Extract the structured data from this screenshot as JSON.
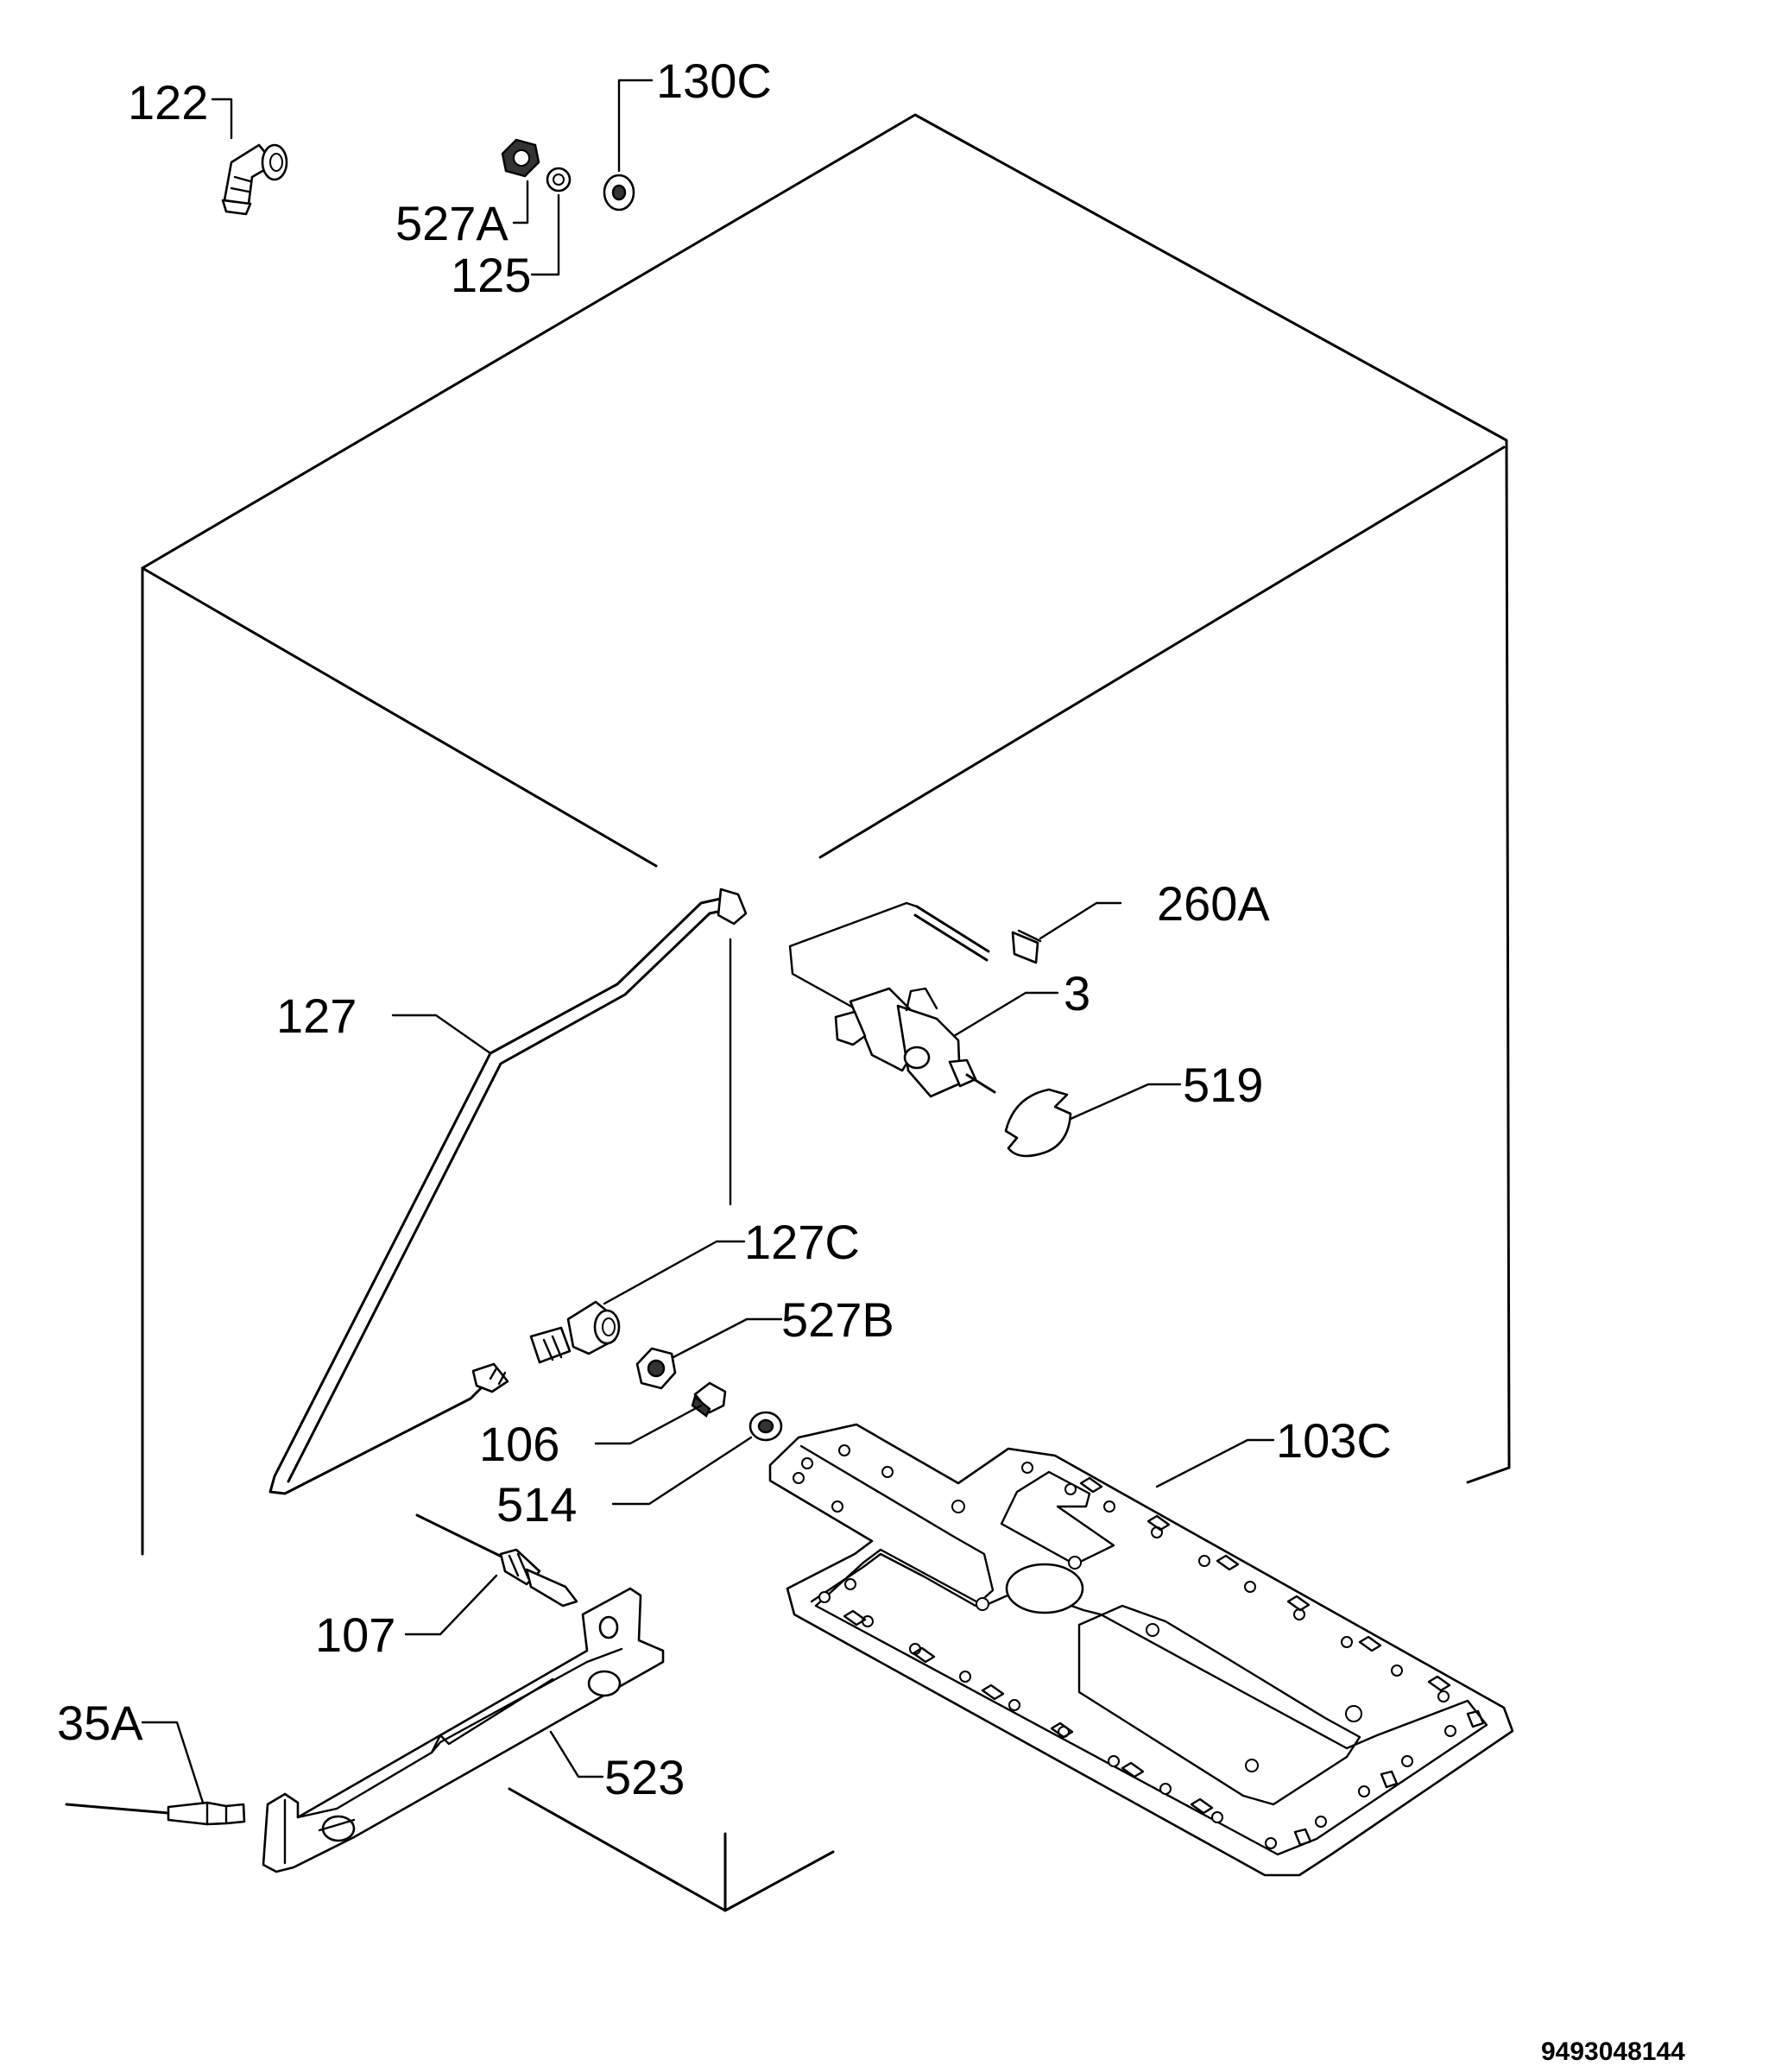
{
  "labels": {
    "p122": "122",
    "p130c": "130C",
    "p527a": "527A",
    "p125": "125",
    "p260a": "260A",
    "p3": "3",
    "p127": "127",
    "p519": "519",
    "p127c": "127C",
    "p527b": "527B",
    "p106": "106",
    "p514": "514",
    "p103c": "103C",
    "p107": "107",
    "p35a": "35A",
    "p523": "523"
  },
  "document_number": "9493048144"
}
